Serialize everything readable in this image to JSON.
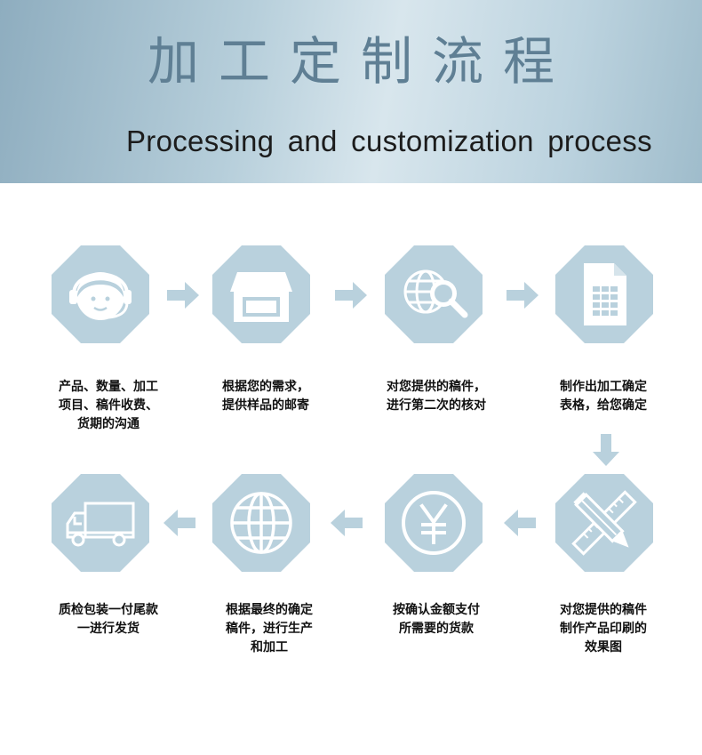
{
  "header": {
    "title_cn": "加工定制流程",
    "title_en": "Processing and customization process"
  },
  "colors": {
    "icon_bg": "#b9d1dd",
    "arrow": "#b9d1dd",
    "header_title": "#5f7f94"
  },
  "steps": [
    {
      "icon": "customer-service-icon",
      "text": "产品、数量、加工\n项目、稿件收费、\n货期的沟通"
    },
    {
      "icon": "box-icon",
      "text": "根据您的需求，\n提供样品的邮寄"
    },
    {
      "icon": "globe-search-icon",
      "text": "对您提供的稿件，\n进行第二次的核对"
    },
    {
      "icon": "spreadsheet-icon",
      "text": "制作出加工确定\n表格，给您确定"
    },
    {
      "icon": "ruler-pencil-icon",
      "text": "对您提供的稿件\n制作产品印刷的\n效果图"
    },
    {
      "icon": "yen-icon",
      "text": "按确认金额支付\n所需要的货款"
    },
    {
      "icon": "globe-icon",
      "text": "根据最终的确定\n稿件，进行生产\n和加工"
    },
    {
      "icon": "truck-icon",
      "text": "质检包装一付尾款\n一进行发货"
    }
  ]
}
